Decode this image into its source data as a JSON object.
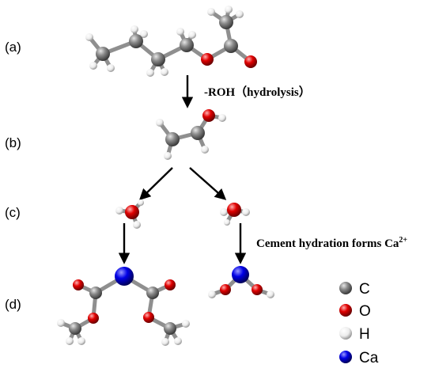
{
  "panels": [
    {
      "label": "(a)"
    },
    {
      "label": "(b)"
    },
    {
      "label": "(c)"
    },
    {
      "label": "(d)"
    }
  ],
  "annotations": {
    "hydrolysis": "-ROH（hydrolysis）",
    "cement_text": "Cement hydration forms Ca",
    "cement_sup": "2+"
  },
  "legend": [
    {
      "symbol": "C",
      "color": "#6e6e6e"
    },
    {
      "symbol": "O",
      "color": "#e00000"
    },
    {
      "symbol": "H",
      "color": "#f2f2f2"
    },
    {
      "symbol": "Ca",
      "color": "#0000e6"
    }
  ],
  "colors": {
    "carbon": "#6e6e6e",
    "oxygen": "#e00000",
    "hydrogen": "#f2f2f2",
    "calcium": "#0000e6",
    "bond": "#8f8f8f"
  }
}
